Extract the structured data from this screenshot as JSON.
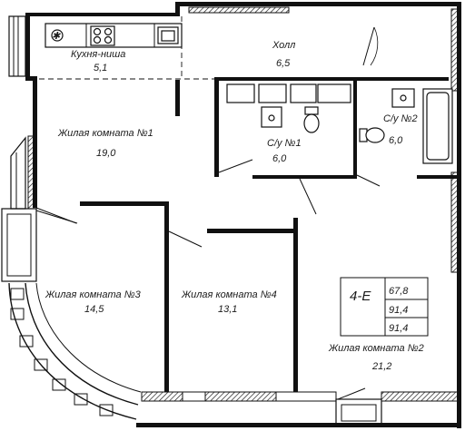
{
  "rooms": [
    {
      "id": "kitchen",
      "name": "Кухня-ниша",
      "area": "5,1"
    },
    {
      "id": "hall",
      "name": "Холл",
      "area": "6,5"
    },
    {
      "id": "living1",
      "name": "Жилая комната №1",
      "area": "19,0"
    },
    {
      "id": "bath1",
      "name": "С/у №1",
      "area": "6,0"
    },
    {
      "id": "bath2",
      "name": "С/у №2",
      "area": "6,0"
    },
    {
      "id": "living3",
      "name": "Жилая комната №3",
      "area": "14,5"
    },
    {
      "id": "living4",
      "name": "Жилая комната №4",
      "area": "13,1"
    },
    {
      "id": "living2",
      "name": "Жилая комната №2",
      "area": "21,2"
    }
  ],
  "apartment": {
    "type": "4-Е",
    "areas": [
      "67,8",
      "91,4",
      "91,4"
    ]
  }
}
